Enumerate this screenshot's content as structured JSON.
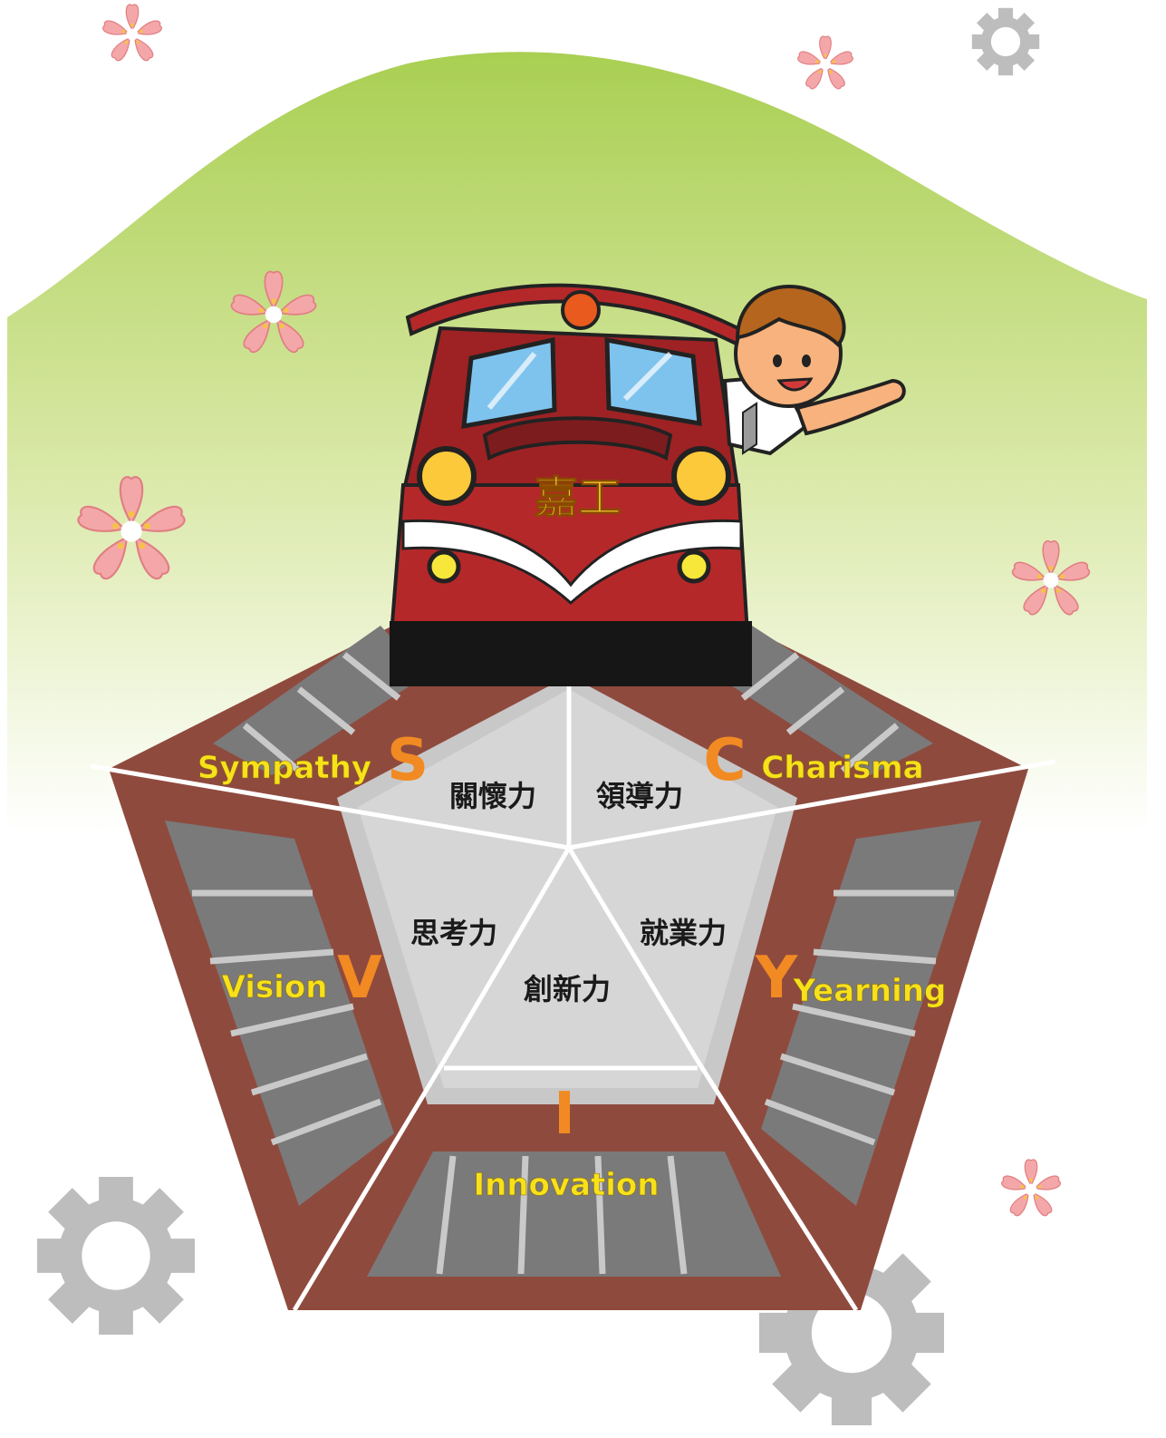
{
  "train": {
    "badge": "嘉工"
  },
  "pentagon": {
    "center_labels": {
      "top_left": "關懷力",
      "top_right": "領導力",
      "left": "思考力",
      "right": "就業力",
      "center": "創新力"
    },
    "letters": {
      "s": "S",
      "c": "C",
      "v": "V",
      "y": "Y",
      "i": "I"
    },
    "words": {
      "sympathy": "Sympathy",
      "charisma": "Charisma",
      "vision": "Vision",
      "yearning": "Yearning",
      "innovation": "Innovation"
    }
  },
  "colors": {
    "hill_top": "#a9cf52",
    "hill_bottom": "#ffffff",
    "rail_brown": "#8f4a3e",
    "rail_gray": "#7a7a7a",
    "inner_gray": "#d4d4d4",
    "train_red": "#b5282a",
    "letter_orange": "#f18a22",
    "word_yellow": "#f7e11a",
    "gear_gray": "#bdbdbd",
    "blossom_pink": "#f4a7a9"
  },
  "icons": [
    "cherry-blossom-icon",
    "gear-icon",
    "train-icon",
    "boy-character-icon"
  ]
}
